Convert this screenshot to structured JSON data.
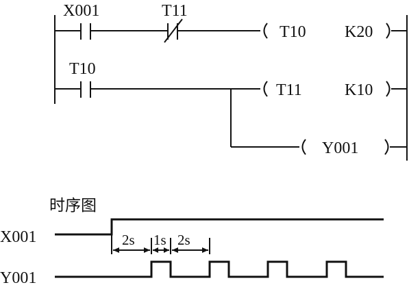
{
  "ladder": {
    "rungs": [
      {
        "contact": "X001",
        "contact_type": "normally-open",
        "contact2": "T11",
        "contact2_type": "normally-closed",
        "coil": "T10",
        "setting": "K20"
      },
      {
        "contact": "T10",
        "contact_type": "normally-open",
        "coil": "T11",
        "setting": "K10"
      },
      {
        "coil": "Y001",
        "branch_of": "T10"
      }
    ]
  },
  "timing": {
    "title": "时序图",
    "signals": [
      "X001",
      "Y001"
    ],
    "intervals": [
      "2s",
      "1s",
      "2s"
    ]
  }
}
